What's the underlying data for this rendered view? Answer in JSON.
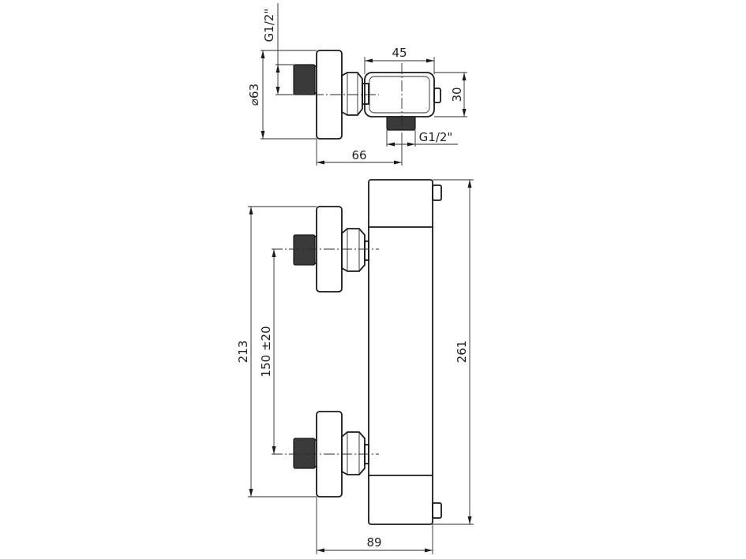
{
  "dimensions": {
    "top_view": {
      "thread_inlet": "G1/2\"",
      "diameter": "63",
      "diameter_symbol": "⌀",
      "width_outlet": "45",
      "height_outlet": "30",
      "thread_outlet": "G1/2\"",
      "depth": "66"
    },
    "front_view": {
      "inlet_span": "213",
      "center_distance": "150 ±20",
      "overall_height": "261",
      "overall_depth": "89"
    }
  },
  "colors": {
    "line": "#1a1a1a",
    "background": "#ffffff"
  }
}
